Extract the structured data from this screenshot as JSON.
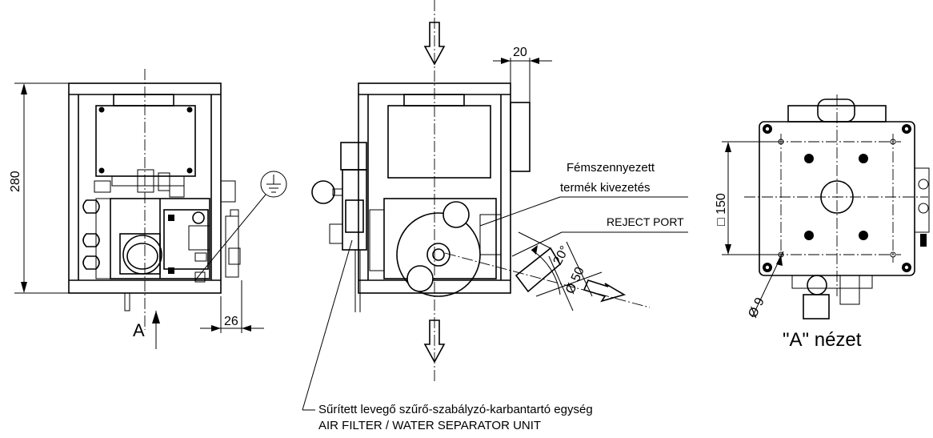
{
  "labels": {
    "dim_height": "280",
    "dim_side_offset": "26",
    "dim_top_offset": "20",
    "dim_square": "□ 150",
    "dim_hole": "Ø 9",
    "dim_port_diameter": "Ø 50",
    "dim_angle": "20°",
    "view_arrow": "A",
    "reject_hu_line1": "Fémszennyezett",
    "reject_hu_line2": "termék kivezetés",
    "reject_en": "REJECT PORT",
    "air_hu": "Sűrített levegő szűrő-szabályzó-karbantartó egység",
    "air_en": "AIR FILTER / WATER SEPARATOR UNIT",
    "view_title": "\"A\" nézet"
  }
}
